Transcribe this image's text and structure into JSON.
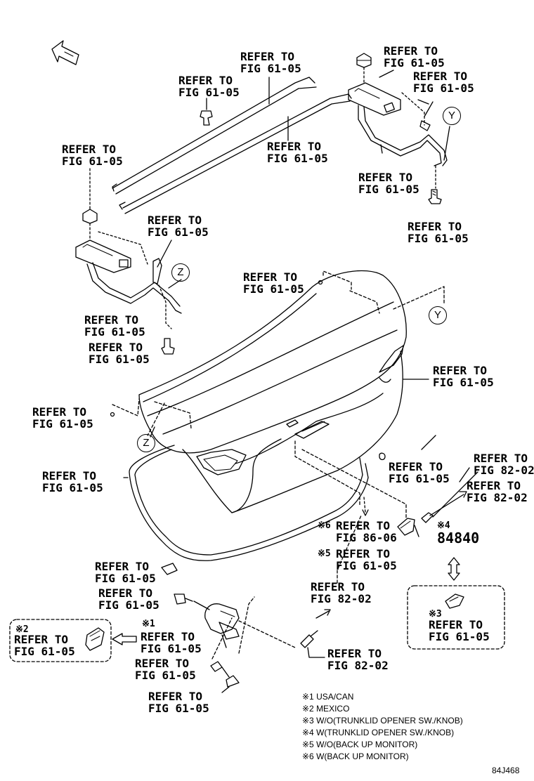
{
  "refer_labels": [
    {
      "id": "r1",
      "line1": "REFER TO",
      "line2": "FIG 61-05"
    },
    {
      "id": "r2",
      "line1": "REFER TO",
      "line2": "FIG 61-05"
    },
    {
      "id": "r3",
      "line1": "REFER TO",
      "line2": "FIG 61-05"
    },
    {
      "id": "r4",
      "line1": "REFER TO",
      "line2": "FIG 61-05"
    },
    {
      "id": "r5",
      "line1": "REFER TO",
      "line2": "FIG 61-05"
    },
    {
      "id": "r6",
      "line1": "REFER TO",
      "line2": "FIG 61-05"
    },
    {
      "id": "r7",
      "line1": "REFER TO",
      "line2": "FIG 61-05"
    },
    {
      "id": "r8",
      "line1": "REFER TO",
      "line2": "FIG 61-05"
    },
    {
      "id": "r9",
      "line1": "REFER TO",
      "line2": "FIG 61-05"
    },
    {
      "id": "r10",
      "line1": "REFER TO",
      "line2": "FIG 61-05"
    },
    {
      "id": "r11",
      "line1": "REFER TO",
      "line2": "FIG 61-05"
    },
    {
      "id": "r12",
      "line1": "REFER TO",
      "line2": "FIG 61-05"
    },
    {
      "id": "r13",
      "line1": "REFER TO",
      "line2": "FIG 61-05"
    },
    {
      "id": "r14",
      "line1": "REFER TO",
      "line2": "FIG 61-05"
    },
    {
      "id": "r15",
      "line1": "REFER TO",
      "line2": "FIG 61-05"
    },
    {
      "id": "r16",
      "line1": "REFER TO",
      "line2": "FIG 61-05"
    },
    {
      "id": "r17",
      "line1": "REFER TO",
      "line2": "FIG 82-02"
    },
    {
      "id": "r18",
      "line1": "REFER TO",
      "line2": "FIG 82-02"
    },
    {
      "id": "r19",
      "line1": "REFER TO",
      "line2": "FIG 86-06"
    },
    {
      "id": "r20",
      "line1": "REFER TO",
      "line2": "FIG 61-05"
    },
    {
      "id": "r21",
      "line1": "REFER TO",
      "line2": "FIG 61-05"
    },
    {
      "id": "r22",
      "line1": "REFER TO",
      "line2": "FIG 61-05"
    },
    {
      "id": "r23",
      "line1": "REFER TO",
      "line2": "FIG 82-02"
    },
    {
      "id": "r24",
      "line1": "REFER TO",
      "line2": "FIG 61-05"
    },
    {
      "id": "r25",
      "line1": "REFER TO",
      "line2": "FIG 61-05"
    },
    {
      "id": "r26",
      "line1": "REFER TO",
      "line2": "FIG 61-05"
    },
    {
      "id": "r27",
      "line1": "REFER TO",
      "line2": "FIG 82-02"
    },
    {
      "id": "r28",
      "line1": "REFER TO",
      "line2": "FIG 61-05"
    },
    {
      "id": "r29",
      "line1": "REFER TO",
      "line2": "FIG 61-05"
    }
  ],
  "part_number": "84840",
  "markers": {
    "m1": "※1",
    "m2": "※2",
    "m3": "※3",
    "m4": "※4",
    "m5": "※5",
    "m6": "※6"
  },
  "circle_refs": {
    "y": "Y",
    "z": "Z"
  },
  "legend": [
    "※1 USA/CAN",
    "※2 MEXICO",
    "※3 W/O(TRUNKLID OPENER SW./KNOB)",
    "※4 W(TRUNKLID OPENER SW./KNOB)",
    "※5 W/O(BACK UP MONITOR)",
    "※6 W(BACK UP MONITOR)"
  ],
  "diagram_code": "84J468"
}
